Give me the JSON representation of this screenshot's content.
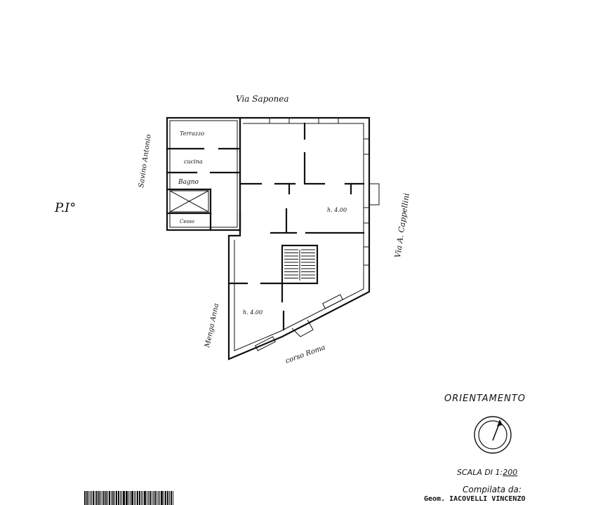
{
  "floor_label": "P.I°",
  "streets": {
    "north": "Via Saponea",
    "west_upper": "Savino Antonio",
    "east": "Via A. Cappellini",
    "west_lower": "Menga Anna",
    "south": "corso Roma"
  },
  "rooms": {
    "terrace": "Terrazzo",
    "kitchen": "cucina",
    "bathroom": "Bagno",
    "closet": "Cesso"
  },
  "heights": {
    "upper": "h. 4.00",
    "lower": "h. 4.00"
  },
  "legend": {
    "orientation_title": "ORIENTAMENTO",
    "scale_prefix": "SCALA DI 1:",
    "scale_value": "200",
    "compiled_by": "Compilata da:",
    "author": "Geom. IACOVELLI VINCENZO"
  },
  "colors": {
    "ink": "#111111",
    "paper": "#ffffff"
  }
}
